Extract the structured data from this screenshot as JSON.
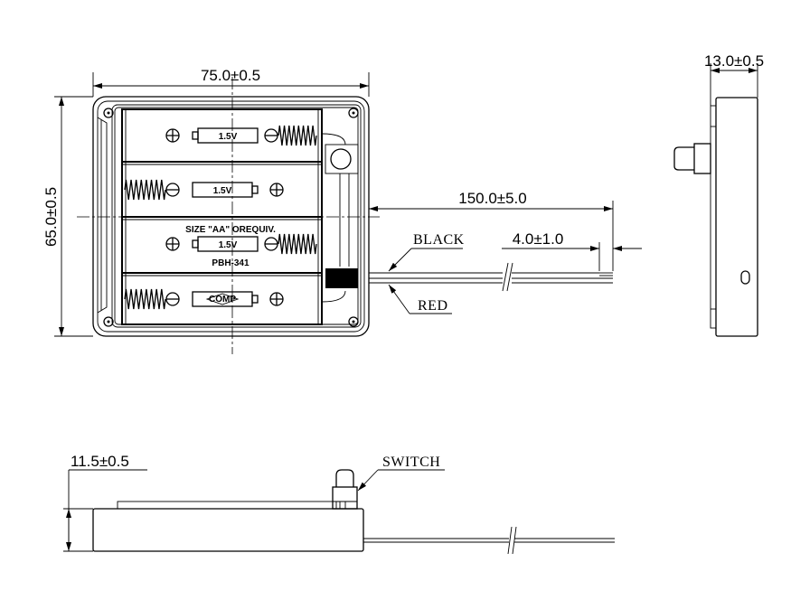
{
  "dimensions": {
    "width": "75.0±0.5",
    "height": "65.0±0.5",
    "depth_side": "13.0±0.5",
    "thickness": "11.5±0.5",
    "wire_length": "150.0±5.0",
    "strip_length": "4.0±1.0"
  },
  "labels": {
    "black_wire": "BLACK",
    "red_wire": "RED",
    "switch": "SWITCH",
    "size": "SIZE \"AA\" OREQUIV.",
    "model": "PBH-341",
    "voltage": "1.5V",
    "comp": "COMP"
  }
}
